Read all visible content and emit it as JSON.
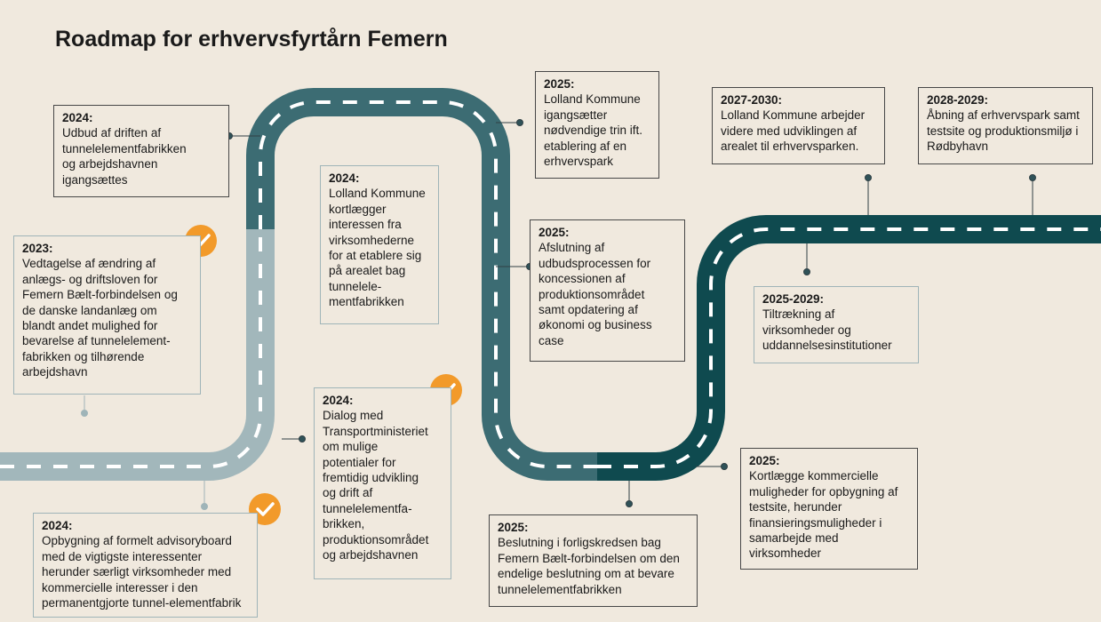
{
  "title": "Roadmap for erhvervsfyrtårn Femern",
  "colors": {
    "background": "#f0e9de",
    "road_light": "#a2b7bb",
    "road_mid": "#3c6c73",
    "road_dark": "#0f4a4f",
    "lane_marking": "#ffffff",
    "check": "#f29a2a"
  },
  "milestones": [
    {
      "year": "2024:",
      "text": "Udbud af driften af\ntunnelelementfabrikken\nog arbejdshavnen\nigangsættes"
    },
    {
      "year": "2023:",
      "text": "Vedtagelse af ændring af\nanlægs- og driftsloven for\nFemern Bælt-forbindelsen og\nde danske landanlæg om\nblandt andet mulighed for\nbevarelse af tunnelelement-\nfabrikken og tilhørende\narbejdshavn"
    },
    {
      "year": "2024:",
      "text": "Opbygning af formelt advisoryboard\nmed de vigtigste interessenter\nherunder særligt virksomheder med\nkommercielle interesser i den\npermanentgjorte tunnel-elementfabrik"
    },
    {
      "year": "2024:",
      "text": "Lolland Kommune\nkortlægger\ninteressen fra\nvirksomhederne\nfor at etablere sig\npå arealet bag\ntunnelele-\nmentfabrikken"
    },
    {
      "year": "2024:",
      "text": "Dialog med\nTransportministeriet\nom mulige\npotentialer for\nfremtidig udvikling\nog drift af\ntunnelelementfa-\nbrikken,\nproduktionsområdet\nog arbejdshavnen"
    },
    {
      "year": "2025:",
      "text": "Lolland Kommune\nigangsætter\nnødvendige trin ift.\netablering af en\nerhvervspark"
    },
    {
      "year": "2025:",
      "text": "Afslutning af\nudbudsprocessen for\nkoncessionen af\nproduktionsområdet\nsamt opdatering af\nøkonomi og business\ncase"
    },
    {
      "year": "2025:",
      "text": "Beslutning i forligskredsen bag\nFemern Bælt-forbindelsen om den\nendelige beslutning om at bevare\ntunnelelementfabrikken"
    },
    {
      "year": "2027-2030:",
      "text": "Lolland Kommune arbejder\nvidere med udviklingen af\narealet til erhvervsparken."
    },
    {
      "year": "2028-2029:",
      "text": "Åbning af erhvervspark samt\ntestsite og produktionsmiljø i\nRødbyhavn"
    },
    {
      "year": "2025-2029:",
      "text": "Tiltrækning af\nvirksomheder og\nuddannelsesinstitutioner"
    },
    {
      "year": "2025:",
      "text": "Kortlægge kommercielle\nmuligheder for opbygning af\ntestsite, herunder\nfinansieringsmuligheder i\nsamarbejde med\nvirksomheder"
    }
  ],
  "icons": {
    "completed": "checkmark-circle-icon"
  }
}
